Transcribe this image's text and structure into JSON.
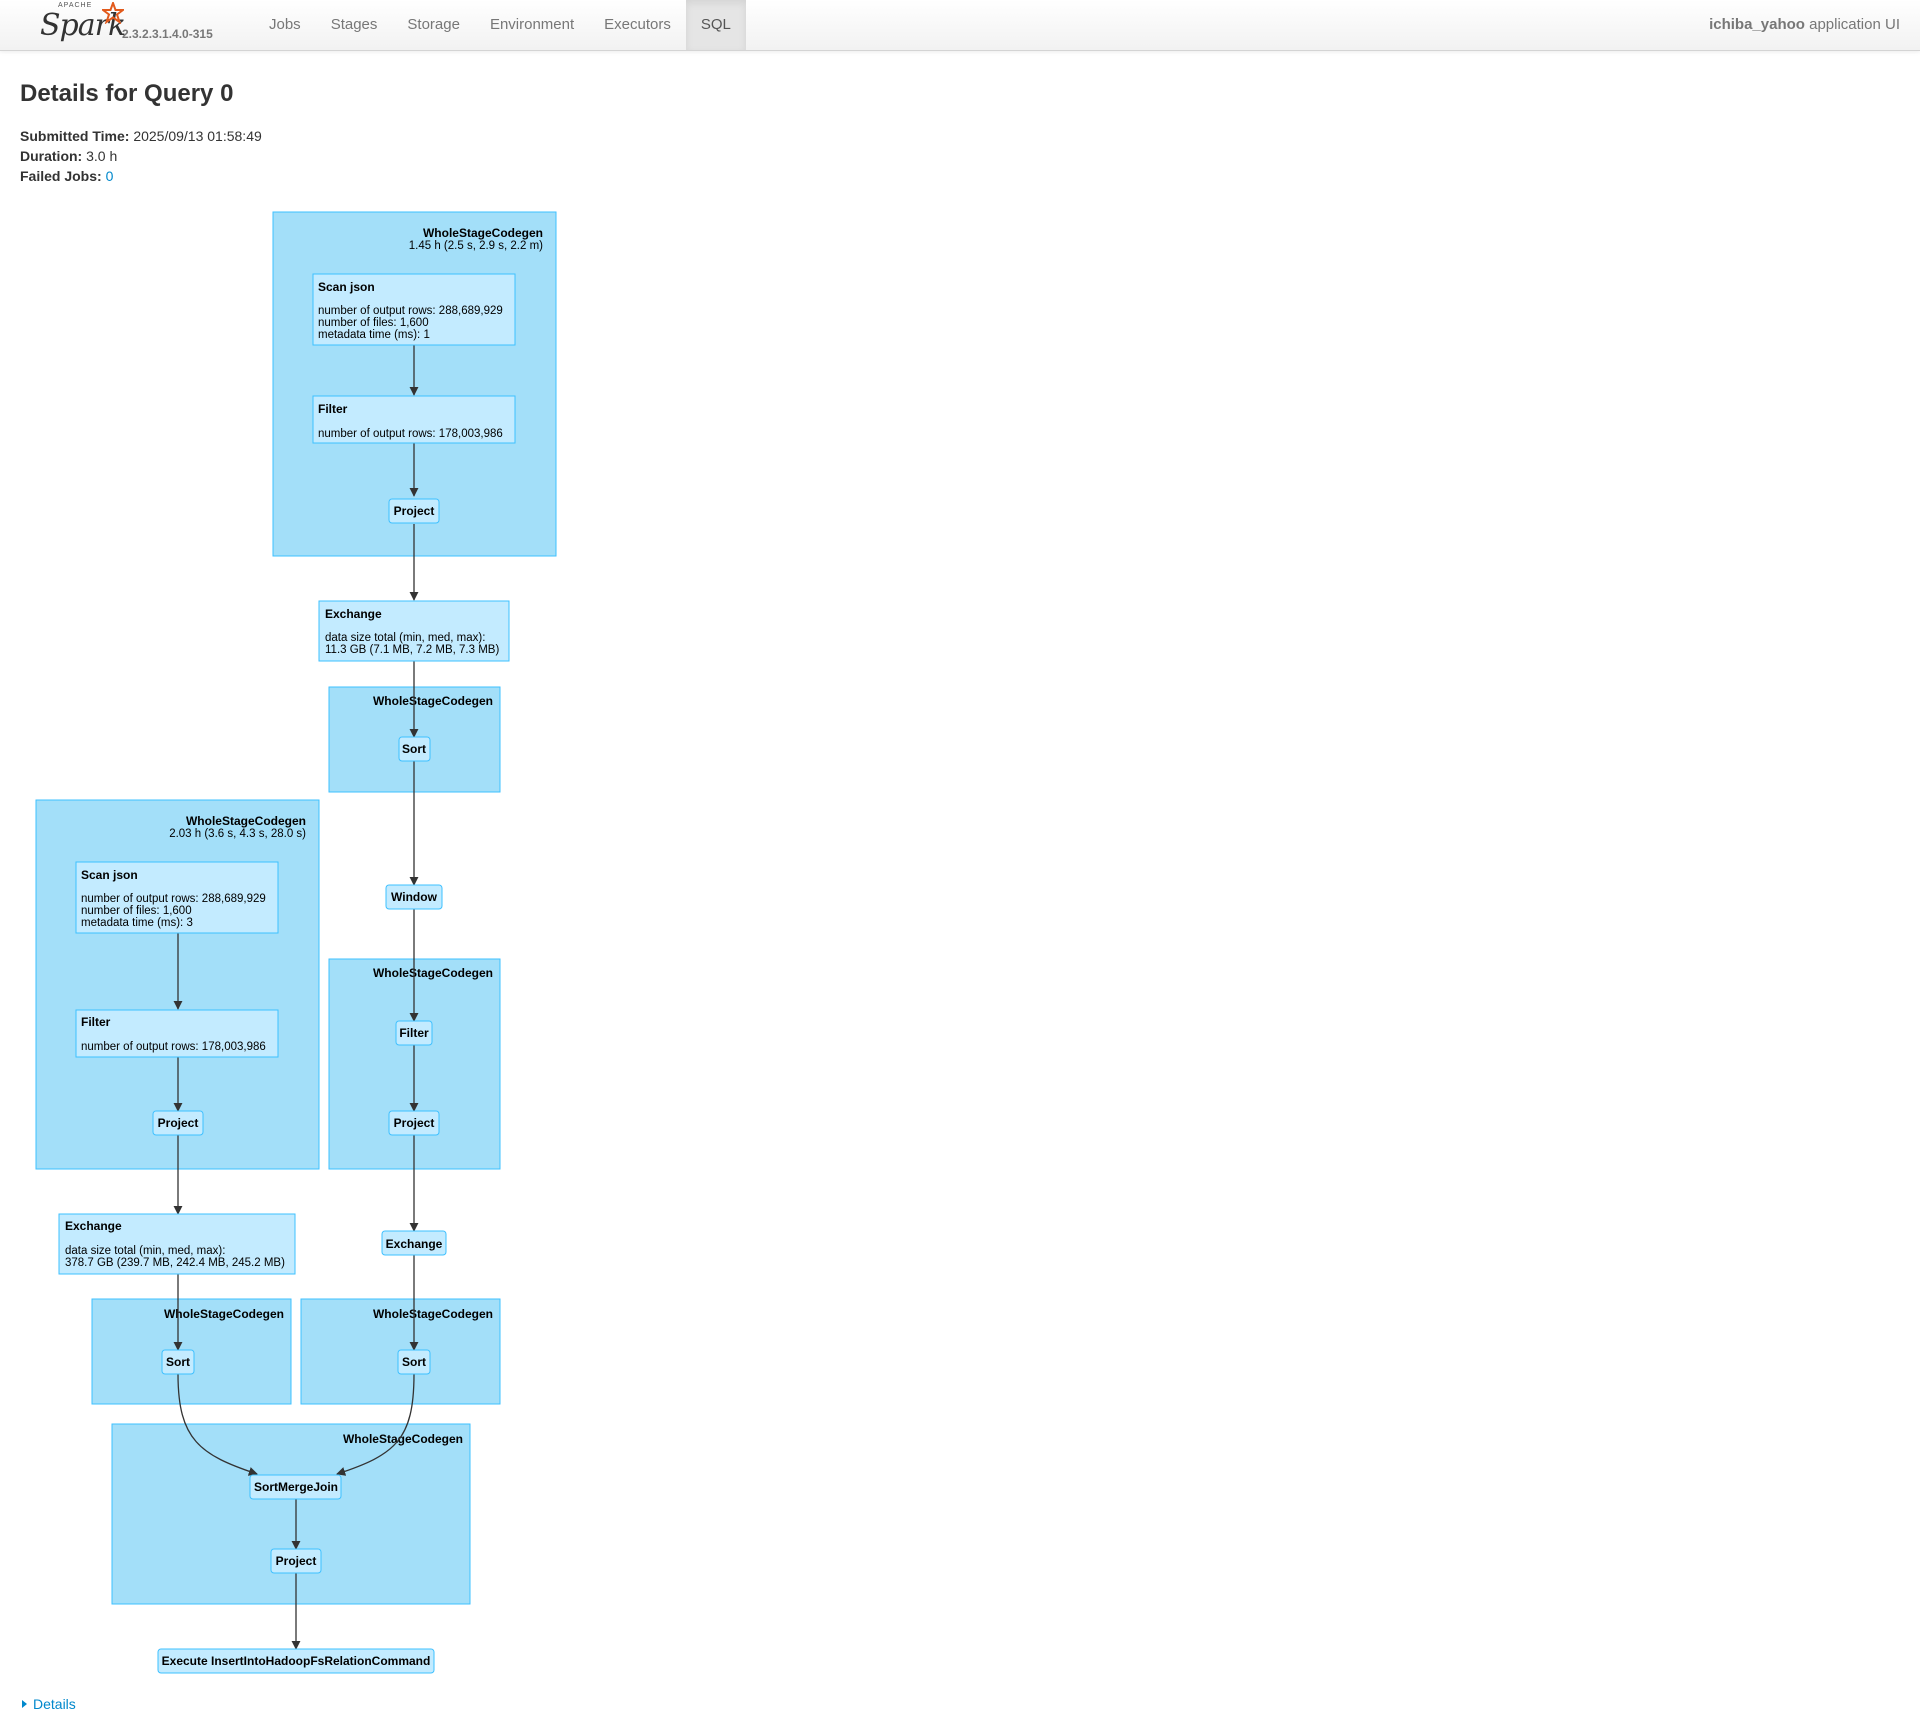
{
  "brand": {
    "apache": "APACHE",
    "spark": "Spark",
    "version": "2.3.2.3.1.4.0-315"
  },
  "nav": {
    "tabs": [
      "Jobs",
      "Stages",
      "Storage",
      "Environment",
      "Executors",
      "SQL"
    ],
    "active": "SQL"
  },
  "app": {
    "name": "ichiba_yahoo",
    "suffix": "application UI"
  },
  "page": {
    "title": "Details for Query 0"
  },
  "summary": {
    "submitted_label": "Submitted Time:",
    "submitted_value": "2025/09/13 01:58:49",
    "duration_label": "Duration:",
    "duration_value": "3.0 h",
    "failed_label": "Failed Jobs:",
    "failed_value": "0"
  },
  "plan": {
    "clusters": {
      "c1": {
        "title": "WholeStageCodegen",
        "metric": "1.45 h (2.5 s, 2.9 s, 2.2 m)"
      },
      "c2": {
        "title": "WholeStageCodegen"
      },
      "c3": {
        "title": "WholeStageCodegen",
        "metric": "2.03 h (3.6 s, 4.3 s, 28.0 s)"
      },
      "c4": {
        "title": "WholeStageCodegen"
      },
      "c5": {
        "title": "WholeStageCodegen"
      },
      "c6": {
        "title": "WholeStageCodegen"
      },
      "c7": {
        "title": "WholeStageCodegen"
      }
    },
    "nodes": {
      "scan1": {
        "title": "Scan json",
        "m1": "number of output rows: 288,689,929",
        "m2": "number of files: 1,600",
        "m3": "metadata time (ms): 1"
      },
      "filter1": {
        "title": "Filter",
        "m1": "number of output rows: 178,003,986"
      },
      "project1": {
        "title": "Project"
      },
      "exchange1": {
        "title": "Exchange",
        "m1": "data size total (min, med, max):",
        "m2": "11.3 GB (7.1 MB, 7.2 MB, 7.3 MB)"
      },
      "sort1": {
        "title": "Sort"
      },
      "window": {
        "title": "Window"
      },
      "scan2": {
        "title": "Scan json",
        "m1": "number of output rows: 288,689,929",
        "m2": "number of files: 1,600",
        "m3": "metadata time (ms): 3"
      },
      "filter2": {
        "title": "Filter",
        "m1": "number of output rows: 178,003,986"
      },
      "project2": {
        "title": "Project"
      },
      "filter3": {
        "title": "Filter"
      },
      "project3": {
        "title": "Project"
      },
      "exchange2": {
        "title": "Exchange",
        "m1": "data size total (min, med, max):",
        "m2": "378.7 GB (239.7 MB, 242.4 MB, 245.2 MB)"
      },
      "exchange3": {
        "title": "Exchange"
      },
      "sort2": {
        "title": "Sort"
      },
      "sort3": {
        "title": "Sort"
      },
      "smj": {
        "title": "SortMergeJoin"
      },
      "project4": {
        "title": "Project"
      },
      "execute": {
        "title": "Execute InsertIntoHadoopFsRelationCommand"
      }
    }
  },
  "details_label": "Details"
}
